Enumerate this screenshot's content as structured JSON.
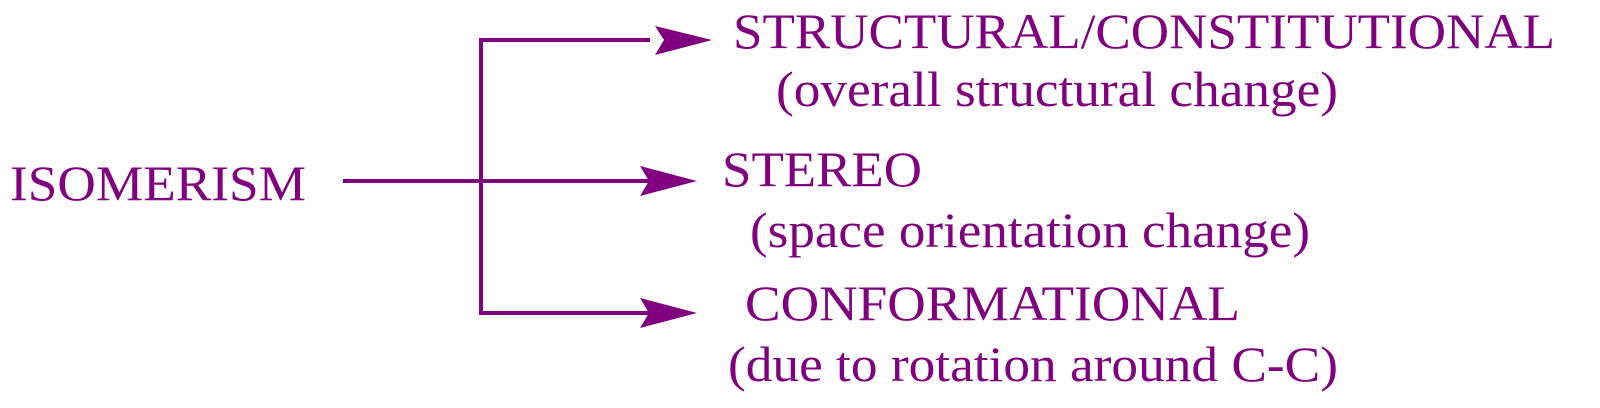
{
  "color": "#800080",
  "root": {
    "label": "ISOMERISM"
  },
  "branches": [
    {
      "title": "STRUCTURAL/CONSTITUTIONAL",
      "subtitle": "(overall structural change)"
    },
    {
      "title": "STEREO",
      "subtitle": "(space orientation change)"
    },
    {
      "title": "CONFORMATIONAL",
      "subtitle": "(due to rotation around C-C)"
    }
  ]
}
